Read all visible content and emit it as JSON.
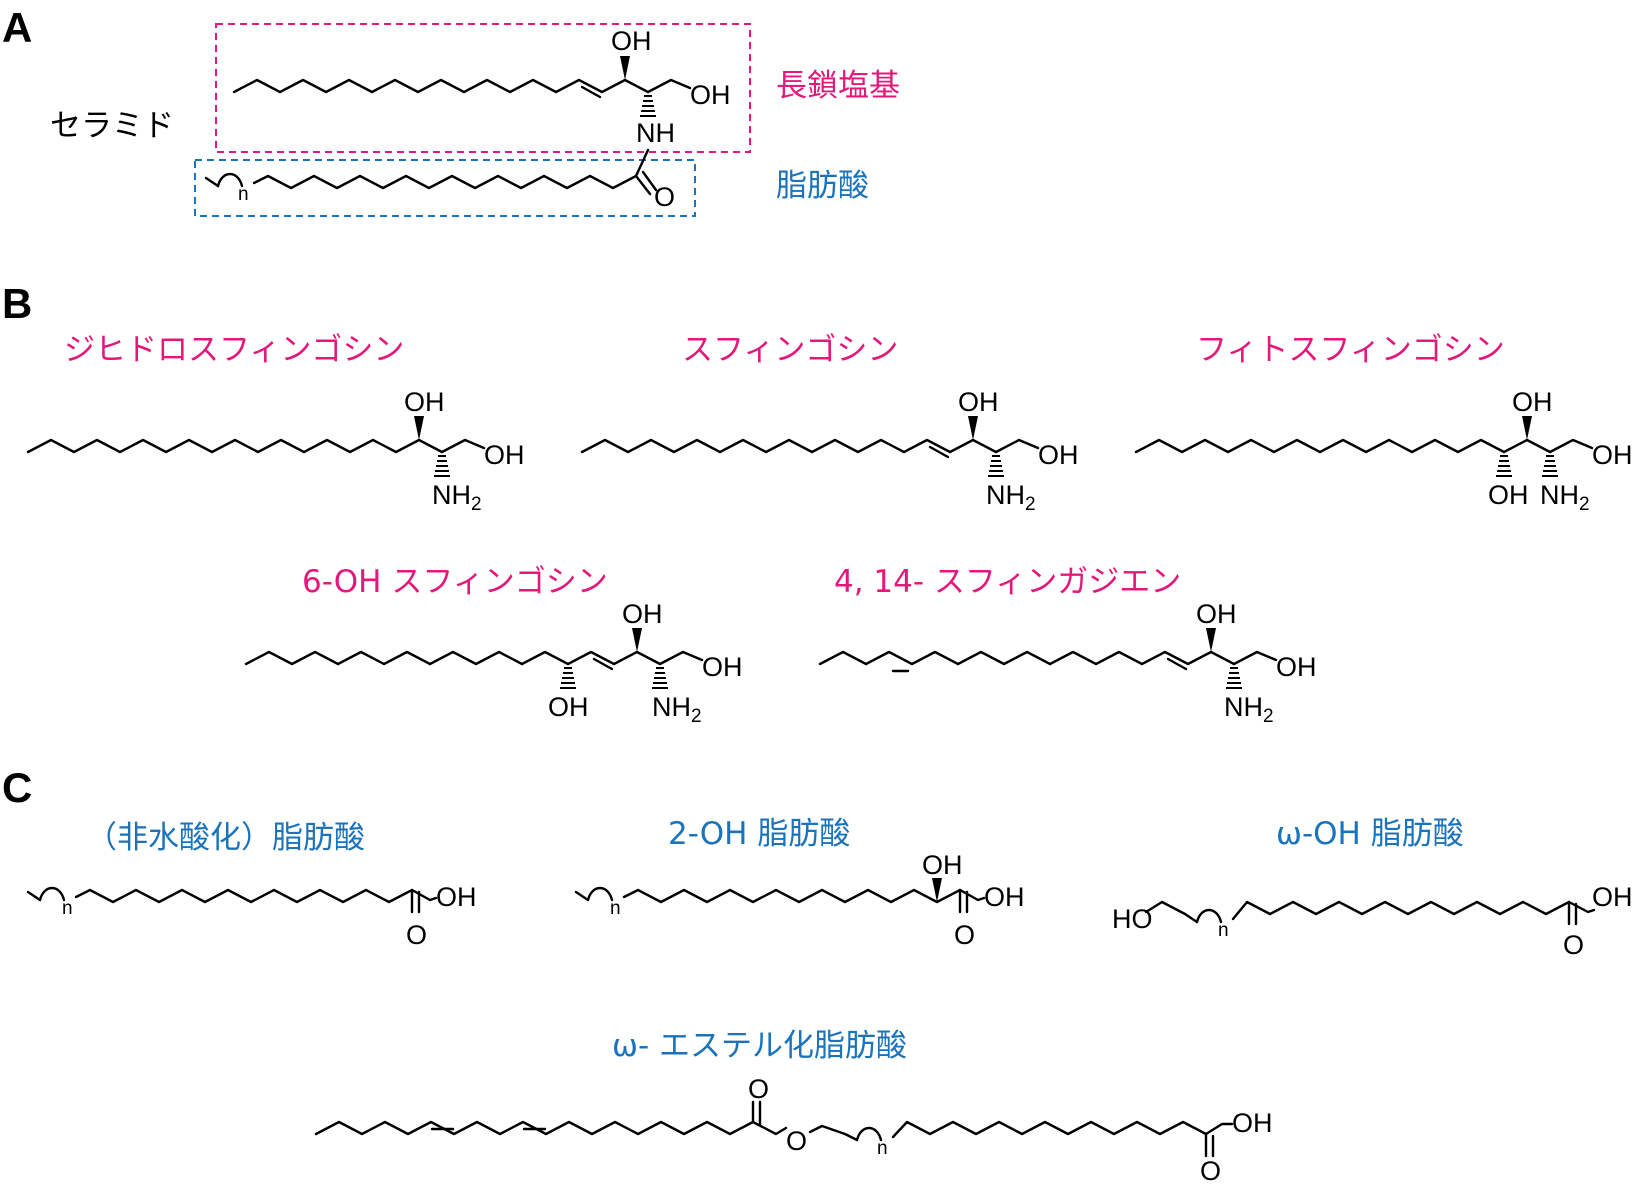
{
  "panels": {
    "a": "A",
    "b": "B",
    "c": "C"
  },
  "panel_a": {
    "ceramide_label": "セラミド",
    "long_chain_base_label": "長鎖塩基",
    "fatty_acid_label": "脂肪酸"
  },
  "panel_b": {
    "dihydrosphingosine": "ジヒドロスフィンゴシン",
    "sphingosine": "スフィンゴシン",
    "phytosphingosine": "フィトスフィンゴシン",
    "six_oh_sphingosine": "6-OH スフィンゴシン",
    "sphingadiene": "4, 14- スフィンガジエン"
  },
  "panel_c": {
    "non_hydroxy_fa": "（非水酸化）脂肪酸",
    "two_oh_fa": "2-OH 脂肪酸",
    "omega_oh_fa": "ω-OH 脂肪酸",
    "omega_ester_fa": "ω- エステル化脂肪酸"
  },
  "atoms": {
    "oh": "OH",
    "ho": "HO",
    "nh": "NH",
    "nh2": "NH",
    "sub2": "2",
    "o": "O",
    "n": "n"
  },
  "colors": {
    "long_chain_base": "#e4187b",
    "fatty_acid": "#1a73bb",
    "text": "#000000"
  }
}
